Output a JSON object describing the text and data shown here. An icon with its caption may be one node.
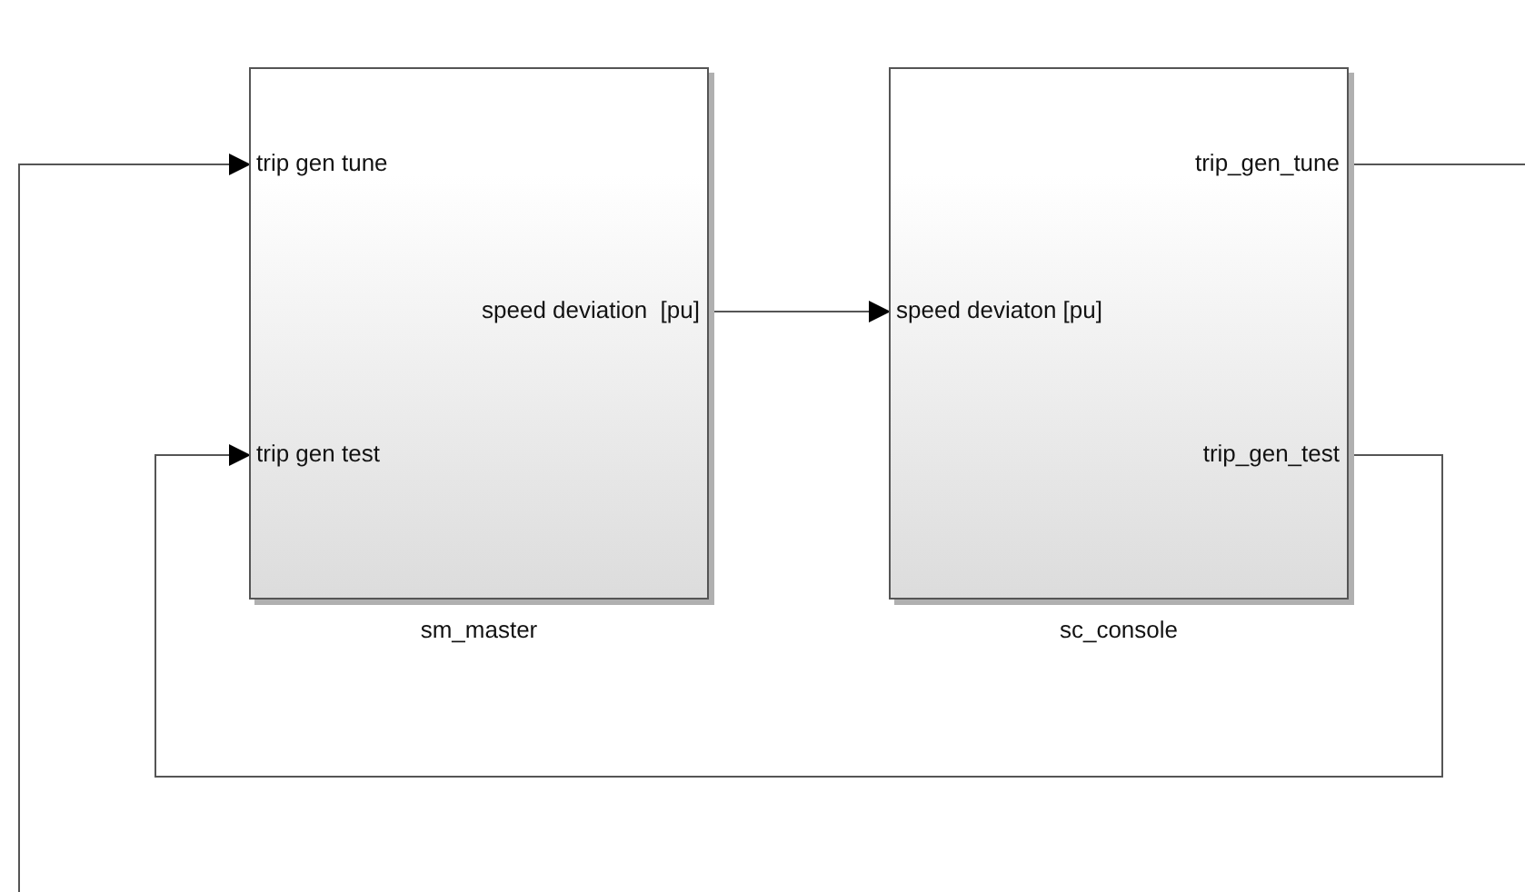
{
  "diagram": {
    "nodes": [
      {
        "text": [
          "sm_master"
        ]
      },
      {
        "text": [
          "trip gen tune"
        ],
        "in": 0
      },
      {
        "text": [
          "trip gen test"
        ],
        "in": 0
      },
      {
        "text": [
          "speed deviation  [pu]"
        ],
        "in": 0
      },
      {
        "text": [
          "sc_console"
        ]
      },
      {
        "text": [
          "speed deviaton [pu]"
        ],
        "in": 4
      },
      {
        "text": [
          "trip_gen_tune"
        ],
        "in": 4
      },
      {
        "text": [
          "trip_gen_test"
        ],
        "in": 4
      }
    ],
    "edges": [
      {
        "from": 3,
        "to": 5,
        "arrow": "to"
      },
      {
        "from": 7,
        "to": 2,
        "arrow": "to"
      },
      {
        "from": 6,
        "to": null,
        "arrow": "none"
      },
      {
        "from": null,
        "to": 1,
        "arrow": "to"
      }
    ]
  }
}
